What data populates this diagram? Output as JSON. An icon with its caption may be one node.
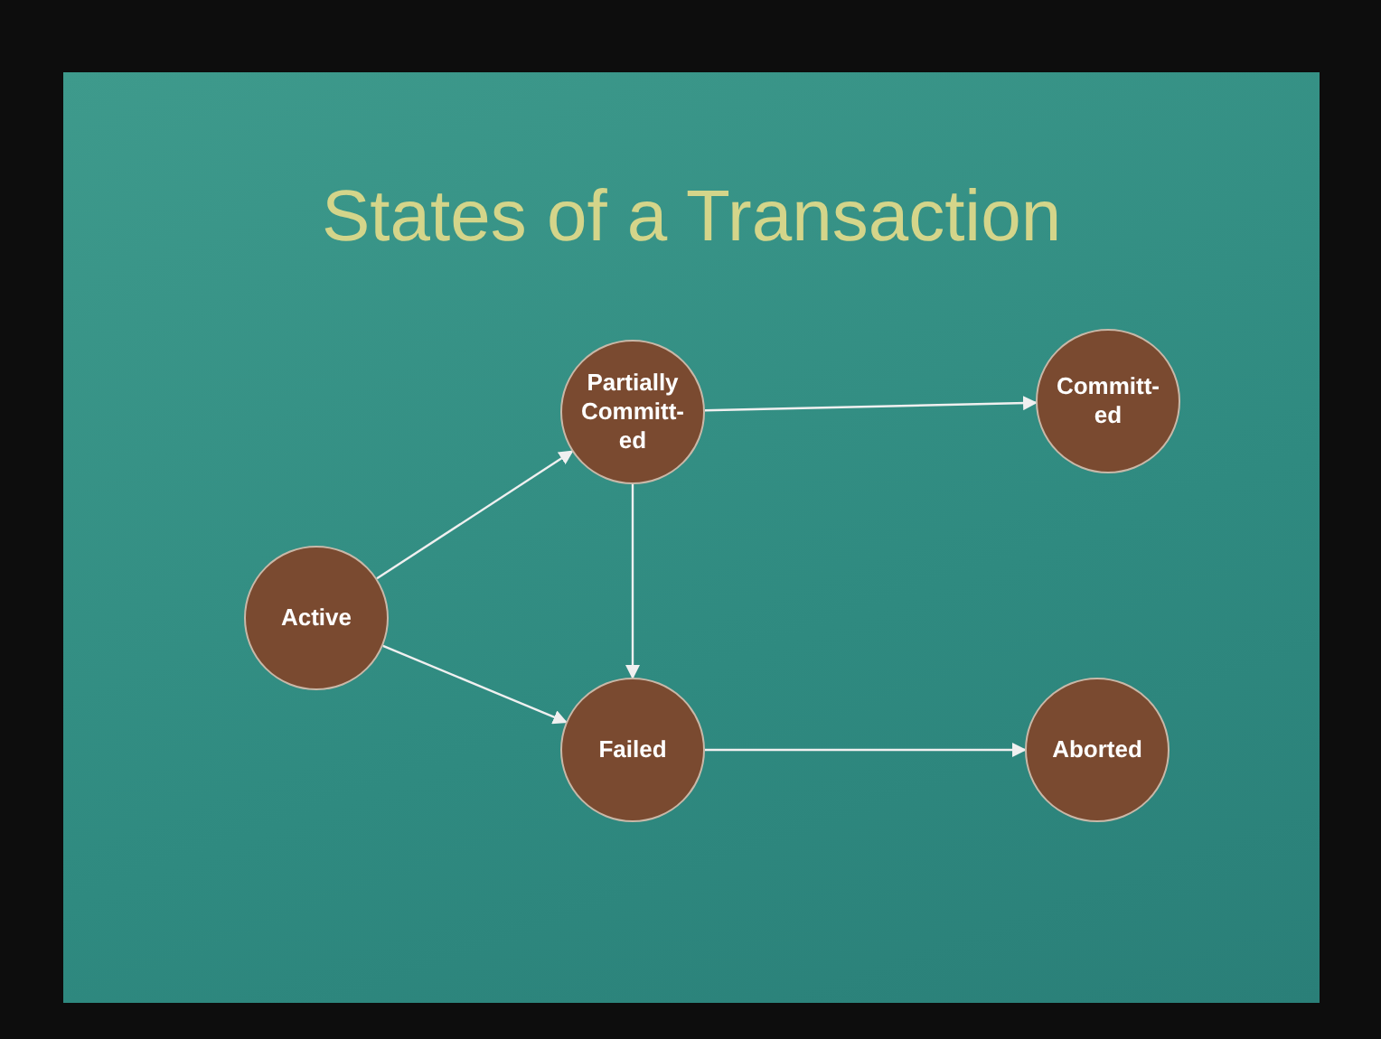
{
  "diagram": {
    "title": "States of a Transaction",
    "nodes": [
      {
        "text": [
          "Active"
        ]
      },
      {
        "text": [
          "Partially Committ- ed"
        ]
      },
      {
        "text": [
          "Committ- ed"
        ]
      },
      {
        "text": [
          "Failed"
        ]
      },
      {
        "text": [
          "Aborted"
        ]
      }
    ],
    "edges": [
      {
        "from": 0,
        "to": 1,
        "arrow": "to"
      },
      {
        "from": 0,
        "to": 3,
        "arrow": "to"
      },
      {
        "from": 1,
        "to": 2,
        "arrow": "to"
      },
      {
        "from": 1,
        "to": 3,
        "arrow": "to"
      },
      {
        "from": 3,
        "to": 4,
        "arrow": "to"
      }
    ]
  }
}
